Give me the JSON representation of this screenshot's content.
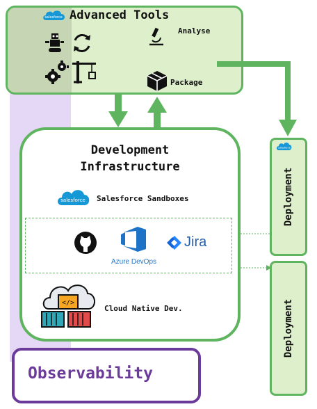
{
  "advanced_tools": {
    "title": "Advanced Tools",
    "analyse_label": "Analyse",
    "package_label": "Package",
    "logo_text": "salesforce"
  },
  "dev_infra": {
    "title_line1": "Development",
    "title_line2": "Infrastructure",
    "sandboxes_label": "Salesforce Sandboxes",
    "sandboxes_logo_text": "salesforce",
    "tools": {
      "azure_label": "Azure DevOps",
      "jira_label": "Jira"
    },
    "cloud_label": "Cloud Native Dev."
  },
  "deployment": {
    "top_label": "Deployment",
    "top_logo_text": "salesforce",
    "bottom_label": "Deployment"
  },
  "observability": {
    "label": "Observability"
  },
  "colors": {
    "green": "#5fb45f",
    "light_green": "#def0cb",
    "purple": "#6b3a9a",
    "lavender": "#e5d8f6"
  }
}
